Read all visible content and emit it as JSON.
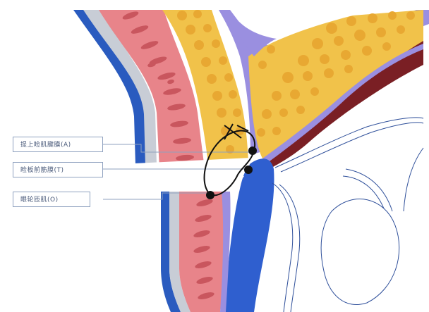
{
  "labels": {
    "upper_lid_retractor": "提上睑肌腱膜(A)",
    "pretarsal_fascia": "睑板前筋膜(T)",
    "orbicularis": "眼轮匝肌(O)"
  },
  "palette": {
    "skin_blue": "#2a5bbf",
    "gray_layer": "#c8cdd6",
    "muscle_pink": "#e8848a",
    "muscle_stripe": "#c9565e",
    "fat_yellow": "#f1c24a",
    "fat_globule": "#e8a832",
    "aponeurosis_lilac": "#9a8fe0",
    "tarsus_blue": "#2f5fcf",
    "dark_red": "#7a1f24",
    "outline": "#2e4f9a",
    "suture": "#111111"
  }
}
